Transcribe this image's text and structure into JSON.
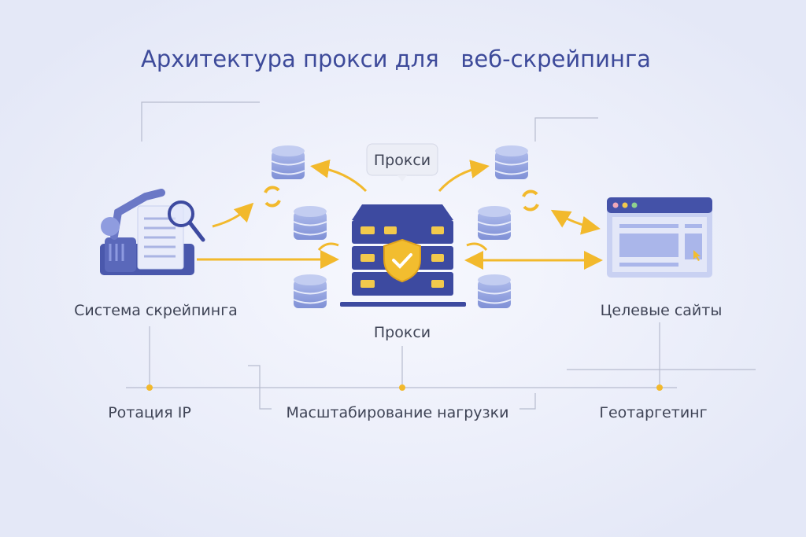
{
  "title": "Архитектура прокси для   веб-скрейпинга",
  "nodes": {
    "scraper": "Система скрейпинга",
    "proxy": "Прокси",
    "targets": "Целевые сайты",
    "bubble": "Прокси"
  },
  "features": [
    "Ротация IP",
    "Масштабирование нагрузки",
    "Геотаргетинг"
  ],
  "colors": {
    "accent": "#f2b92c",
    "primary": "#3d4aa0",
    "light": "#9aa8e0",
    "background": "#eef0fa"
  }
}
